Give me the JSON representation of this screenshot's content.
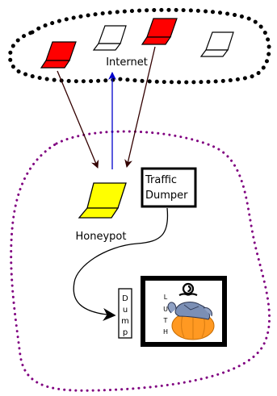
{
  "labels": {
    "internet": "Internet",
    "honeypot": "Honeypot",
    "traffic_dumper_line1": "Traffic",
    "traffic_dumper_line2": "Dumper",
    "dump_vertical": [
      "D",
      "u",
      "m",
      "p"
    ],
    "luth_vertical": [
      "L",
      "U",
      "T",
      "H"
    ]
  },
  "colors": {
    "internet_cloud": "#000000",
    "local_network_boundary": "#800080",
    "attacker_laptop": "#ff0000",
    "host_laptop": "#ffffff",
    "honeypot_laptop": "#ffff00",
    "incoming_arrow": "#330000",
    "outgoing_arrow": "#0000cc",
    "logo_orange": "#ff9922",
    "logo_turtle": "#7b8fb5"
  },
  "icons": {
    "attacker_computer": "laptop-icon",
    "internet_host": "laptop-icon",
    "honeypot_computer": "laptop-icon",
    "analysis_logo": "turtle-pumpkin-logo"
  }
}
